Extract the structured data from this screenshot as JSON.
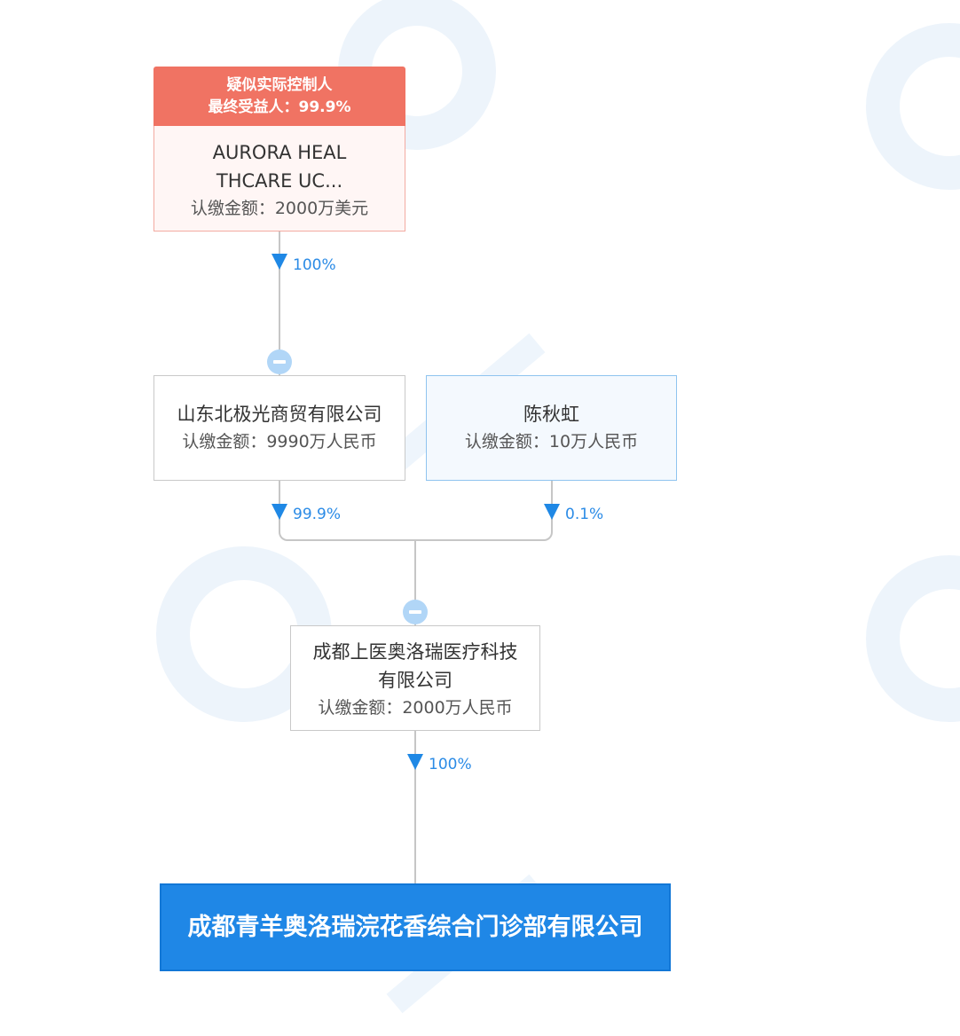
{
  "controller": {
    "tag_line1": "疑似实际控制人",
    "tag_line2": "最终受益人：99.9%",
    "name_line1": "AURORA HEAL",
    "name_line2": "THCARE UC...",
    "amount": "认缴金额：2000万美元",
    "share_pct": "100%"
  },
  "shandong": {
    "name": "山东北极光商贸有限公司",
    "amount": "认缴金额：9990万人民币",
    "share_pct": "99.9%"
  },
  "chen": {
    "name": "陈秋虹",
    "amount": "认缴金额：10万人民币",
    "share_pct": "0.1%"
  },
  "chengdu_tech": {
    "name_line1": "成都上医奥洛瑞医疗科技",
    "name_line2": "有限公司",
    "amount": "认缴金额：2000万人民币",
    "share_pct": "100%"
  },
  "target": {
    "name": "成都青羊奥洛瑞浣花香综合门诊部有限公司"
  },
  "colors": {
    "controller_tag": "#f07363",
    "target_box": "#1f87e6",
    "arrow": "#1f88e5",
    "percent_text": "#2b8be6"
  }
}
